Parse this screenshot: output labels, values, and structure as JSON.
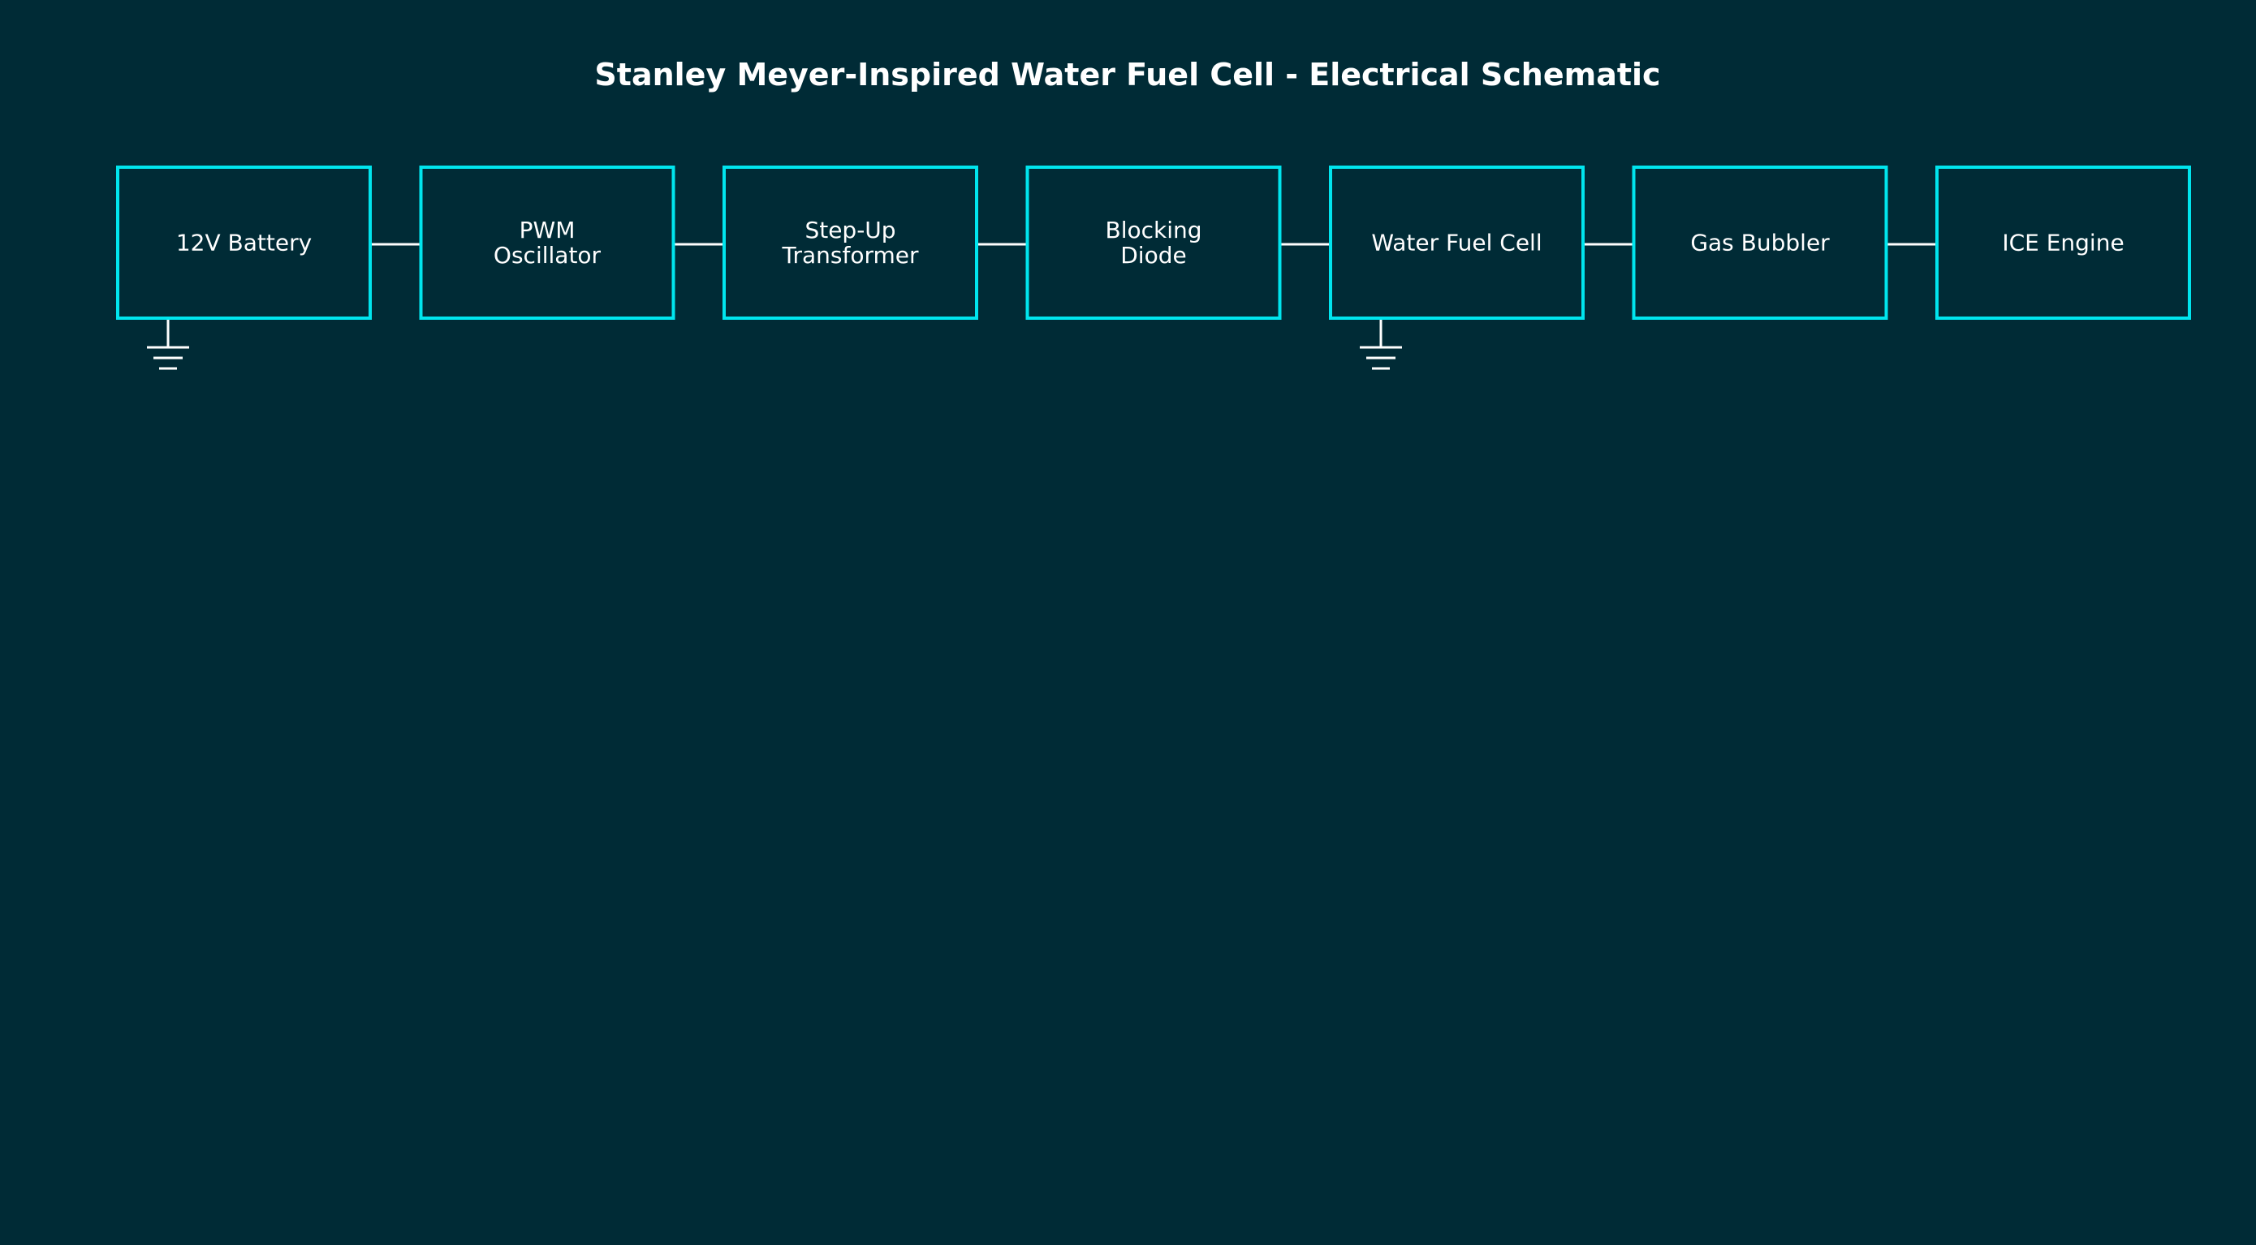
{
  "title": "Stanley Meyer-Inspired Water Fuel Cell - Electrical Schematic",
  "colors": {
    "background": "#002b36",
    "box_border": "#00e5ee",
    "wire": "#ffffff",
    "text": "#ffffff"
  },
  "components": [
    {
      "id": "battery",
      "lines": [
        "12V Battery"
      ],
      "grounded": true
    },
    {
      "id": "oscillator",
      "lines": [
        "PWM",
        "Oscillator"
      ],
      "grounded": false
    },
    {
      "id": "transformer",
      "lines": [
        "Step-Up",
        "Transformer"
      ],
      "grounded": false
    },
    {
      "id": "diode",
      "lines": [
        "Blocking",
        "Diode"
      ],
      "grounded": false
    },
    {
      "id": "fuel-cell",
      "lines": [
        "Water Fuel Cell"
      ],
      "grounded": true
    },
    {
      "id": "bubbler",
      "lines": [
        "Gas Bubbler"
      ],
      "grounded": false
    },
    {
      "id": "engine",
      "lines": [
        "ICE Engine"
      ],
      "grounded": false
    }
  ],
  "connections": [
    [
      "battery",
      "oscillator"
    ],
    [
      "oscillator",
      "transformer"
    ],
    [
      "transformer",
      "diode"
    ],
    [
      "diode",
      "fuel-cell"
    ],
    [
      "fuel-cell",
      "bubbler"
    ],
    [
      "bubbler",
      "engine"
    ]
  ]
}
